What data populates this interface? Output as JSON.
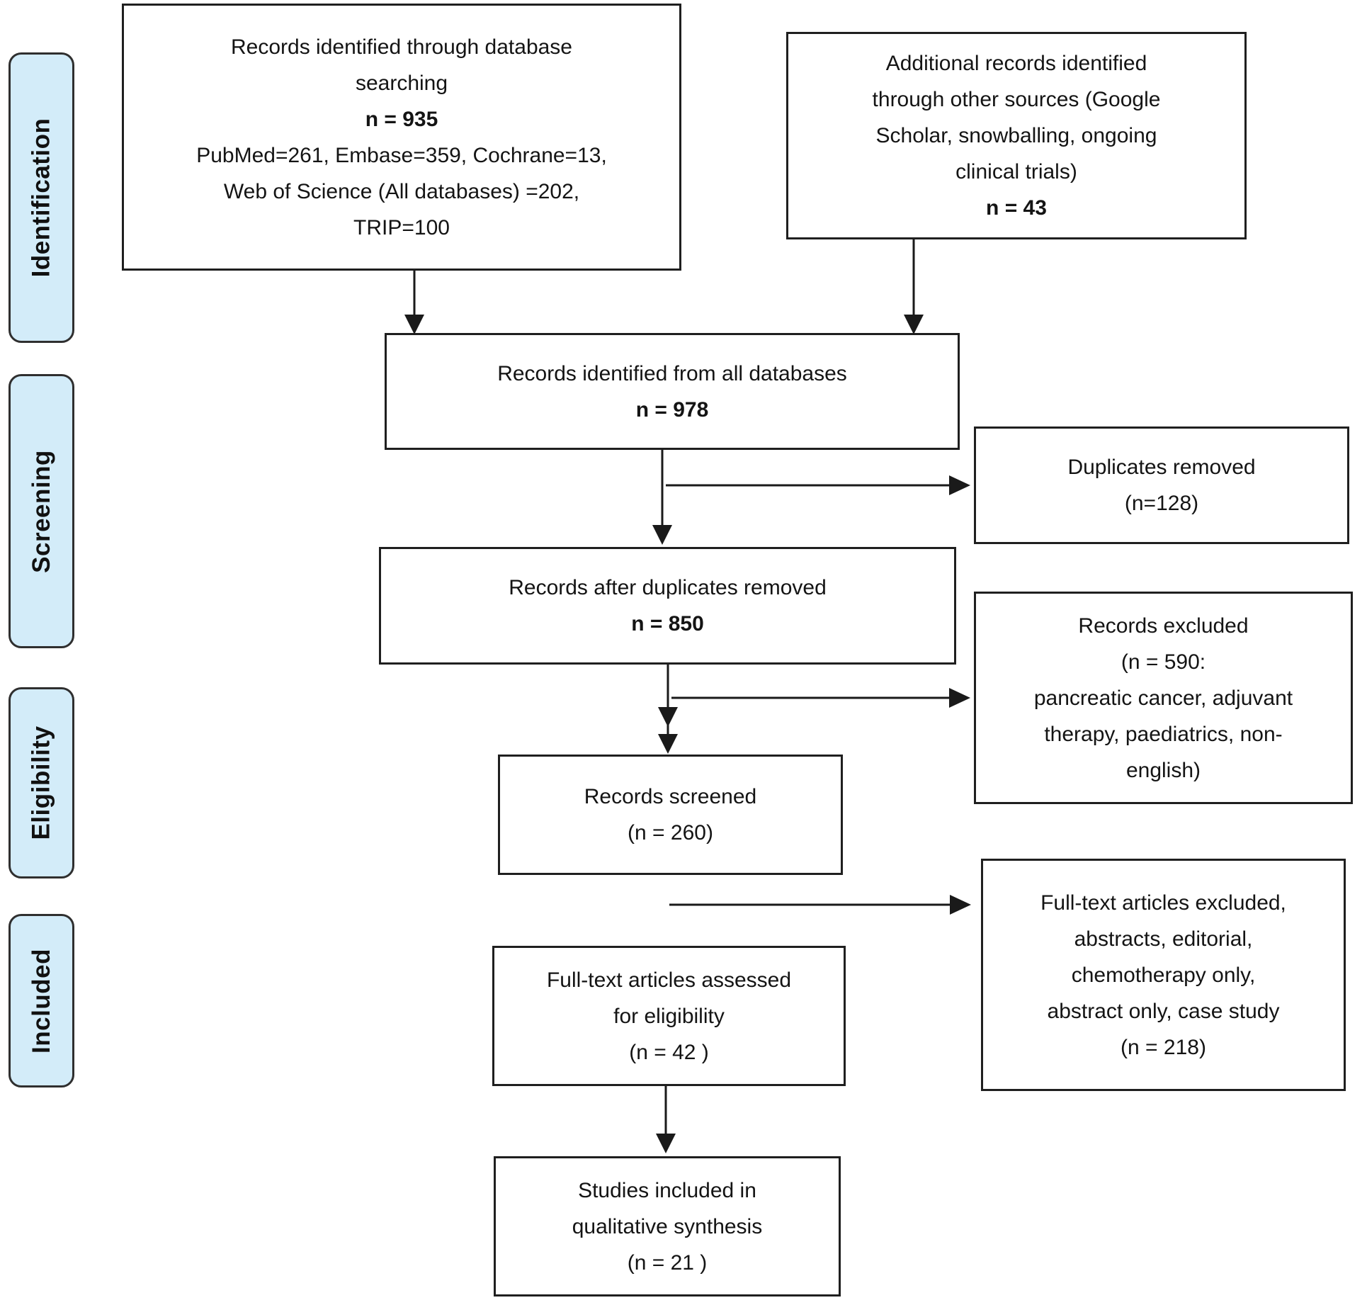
{
  "figure": {
    "background": "#ffffff",
    "stage_fill": "#d3ecf9",
    "stage_border": "#2f2f2f",
    "line_color": "#1a1a1a"
  },
  "stages": [
    {
      "label": "Identification"
    },
    {
      "label": "Screening"
    },
    {
      "label": "Eligibility"
    },
    {
      "label": "Included"
    }
  ],
  "nodes": {
    "db_search": {
      "lines": [
        "Records identified through database",
        "searching"
      ],
      "count": "n = 935",
      "detail_lines": [
        "PubMed=261, Embase=359, Cochrane=13,",
        "Web of Science (All databases) =202,",
        "TRIP=100"
      ]
    },
    "other_sources": {
      "lines": [
        "Additional records identified",
        "through other sources (Google",
        "Scholar, snowballing, ongoing",
        "clinical trials)"
      ],
      "count": "n = 43"
    },
    "all_records": {
      "lines": [
        "Records identified from all databases"
      ],
      "count": "n = 978"
    },
    "duplicates_removed": {
      "lines": [
        "Duplicates removed"
      ],
      "count": "(n=128)"
    },
    "after_duplicates": {
      "lines": [
        "Records after duplicates removed"
      ],
      "count": "n = 850"
    },
    "records_excluded": {
      "lines": [
        "Records excluded"
      ],
      "count": "(n = 590:",
      "detail_lines": [
        "pancreatic cancer, adjuvant",
        "therapy, paediatrics, non-",
        "english)"
      ]
    },
    "records_screened": {
      "lines": [
        "Records screened"
      ],
      "count": "(n = 260)"
    },
    "fulltext_excluded": {
      "lines": [
        "Full-text articles excluded,",
        "abstracts, editorial,",
        "chemotherapy only,",
        "abstract only, case study"
      ],
      "count": "(n =  218)"
    },
    "fulltext_assessed": {
      "lines": [
        "Full-text articles assessed",
        "for eligibility"
      ],
      "count": "(n =  42 )"
    },
    "qualitative_synthesis": {
      "lines": [
        "Studies included in",
        "qualitative synthesis"
      ],
      "count": "(n = 21  )"
    }
  }
}
